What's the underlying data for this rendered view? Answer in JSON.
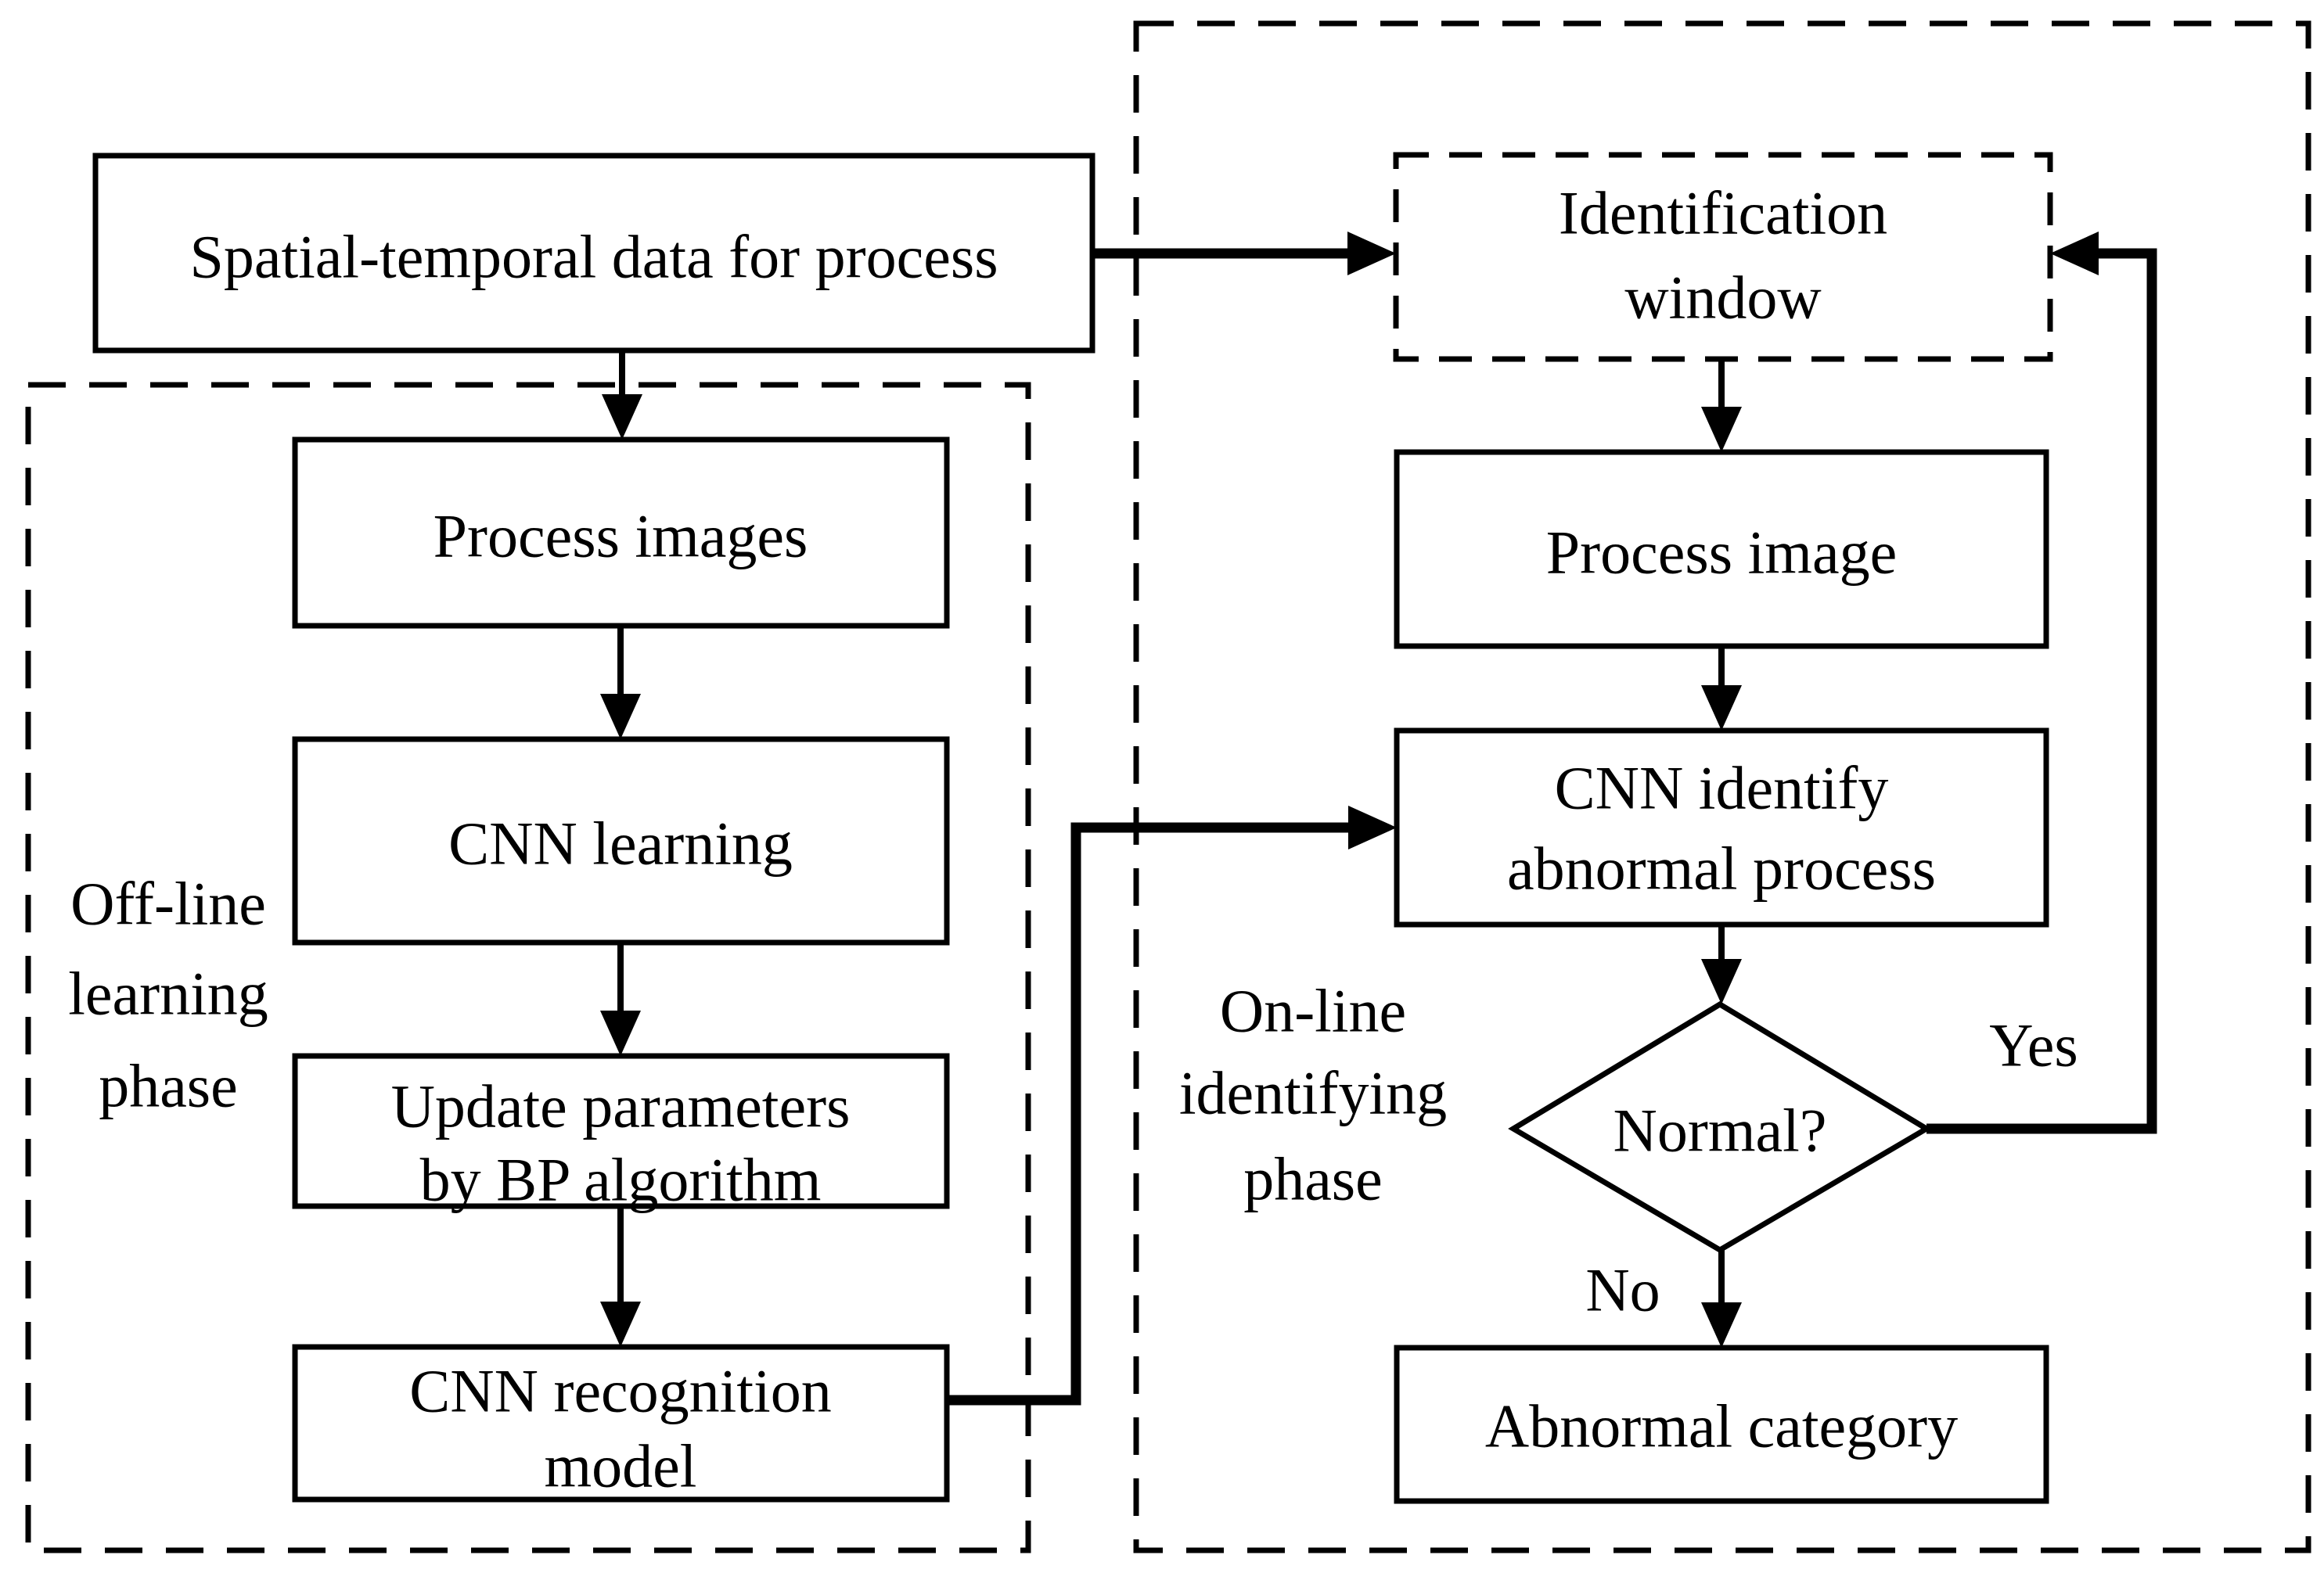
{
  "diagram": {
    "background_color": "#ffffff",
    "line_color": "#000000",
    "nodes": {
      "spatial_data": {
        "label": "Spatial-temporal data for process"
      },
      "process_images": {
        "label": "Process images"
      },
      "cnn_learning": {
        "label": "CNN learning"
      },
      "update_parameters": {
        "lines": [
          "Update parameters",
          "by BP algorithm"
        ]
      },
      "cnn_recognition": {
        "lines": [
          "CNN recognition",
          "model"
        ]
      },
      "identification_window": {
        "lines": [
          "Identification",
          "window"
        ]
      },
      "process_image": {
        "label": "Process image"
      },
      "cnn_identify": {
        "lines": [
          "CNN identify",
          "abnormal process"
        ]
      },
      "normal_decision": {
        "label": "Normal?"
      },
      "abnormal_category": {
        "label": "Abnormal category"
      }
    },
    "phase_labels": {
      "offline": {
        "lines": [
          "Off-line",
          "learning",
          "phase"
        ]
      },
      "online": {
        "lines": [
          "On-line",
          "identifying",
          "phase"
        ]
      }
    },
    "edge_labels": {
      "yes": "Yes",
      "no": "No"
    }
  }
}
